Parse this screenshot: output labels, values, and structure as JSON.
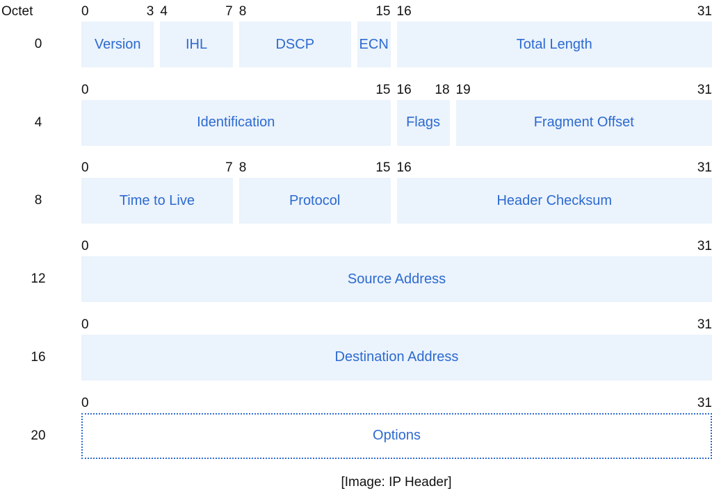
{
  "diagram": {
    "octet_header": "Octet",
    "caption": "[Image: IP Header]",
    "rows": [
      {
        "octet": "0",
        "bits": [
          "0",
          "3",
          "4",
          "7",
          "8",
          "15",
          "16",
          "31"
        ],
        "fields": [
          {
            "label": "Version",
            "start": 0,
            "end": 3
          },
          {
            "label": "IHL",
            "start": 4,
            "end": 7
          },
          {
            "label": "DSCP",
            "start": 8,
            "end": 13
          },
          {
            "label": "ECN",
            "start": 14,
            "end": 15
          },
          {
            "label": "Total Length",
            "start": 16,
            "end": 31
          }
        ]
      },
      {
        "octet": "4",
        "bits": [
          "0",
          "15",
          "16",
          "18",
          "19",
          "31"
        ],
        "fields": [
          {
            "label": "Identification",
            "start": 0,
            "end": 15
          },
          {
            "label": "Flags",
            "start": 16,
            "end": 18
          },
          {
            "label": "Fragment Offset",
            "start": 19,
            "end": 31
          }
        ]
      },
      {
        "octet": "8",
        "bits": [
          "0",
          "7",
          "8",
          "15",
          "16",
          "31"
        ],
        "fields": [
          {
            "label": "Time to Live",
            "start": 0,
            "end": 7
          },
          {
            "label": "Protocol",
            "start": 8,
            "end": 15
          },
          {
            "label": "Header Checksum",
            "start": 16,
            "end": 31
          }
        ]
      },
      {
        "octet": "12",
        "bits": [
          "0",
          "31"
        ],
        "fields": [
          {
            "label": "Source Address",
            "start": 0,
            "end": 31
          }
        ]
      },
      {
        "octet": "16",
        "bits": [
          "0",
          "31"
        ],
        "fields": [
          {
            "label": "Destination Address",
            "start": 0,
            "end": 31
          }
        ]
      },
      {
        "octet": "20",
        "bits": [
          "0",
          "31"
        ],
        "fields": [
          {
            "label": "Options",
            "start": 0,
            "end": 31,
            "optional": true
          }
        ]
      }
    ]
  },
  "colors": {
    "field_fill": "#ebf3fc",
    "field_text": "#2c6ad0",
    "label_text": "#111111"
  }
}
